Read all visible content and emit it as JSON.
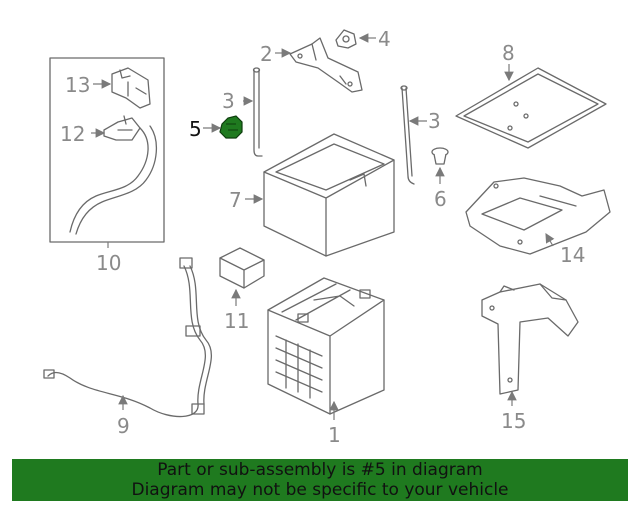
{
  "callouts": {
    "c1": "1",
    "c2": "2",
    "c3a": "3",
    "c3b": "3",
    "c4": "4",
    "c5": "5",
    "c6": "6",
    "c7": "7",
    "c8": "8",
    "c9": "9",
    "c10": "10",
    "c11": "11",
    "c12": "12",
    "c13": "13",
    "c14": "14",
    "c15": "15"
  },
  "highlight_part": "5",
  "colors": {
    "highlight": "#1f7a1f",
    "banner": "#1f7a1f",
    "line": "#6a6a6a",
    "label": "#8a8a8a"
  },
  "banner": {
    "line1": "Part or sub-assembly is #5 in diagram",
    "line2": "Diagram may not be specific to your vehicle"
  }
}
